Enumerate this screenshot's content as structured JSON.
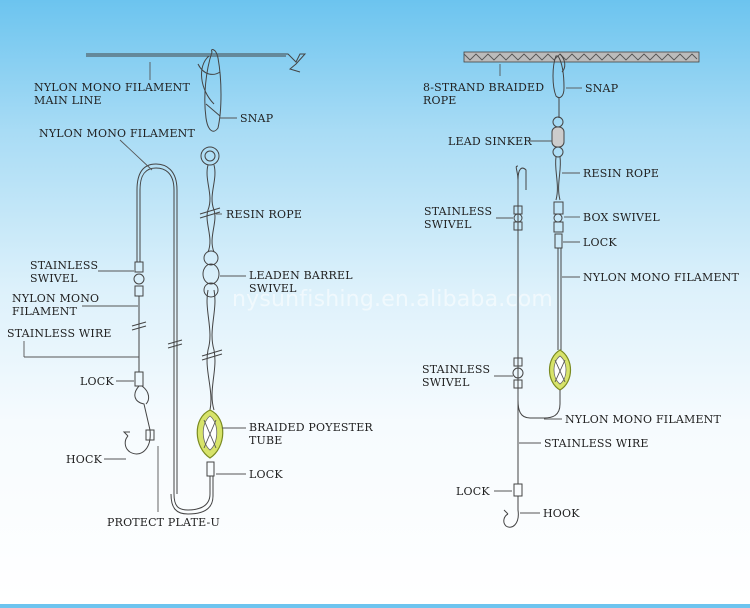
{
  "left_diagram": {
    "labels": {
      "main_line_1": "NYLON MONO FILAMENT",
      "main_line_2": "MAIN LINE",
      "snap": "SNAP",
      "nylon_top": "NYLON MONO FILAMENT",
      "resin_rope": "RESIN ROPE",
      "stainless_swivel_1": "STAINLESS",
      "stainless_swivel_2": "SWIVEL",
      "leaden_barrel_1": "LEADEN BARREL",
      "leaden_barrel_2": "SWIVEL",
      "nylon_mid_1": "NYLON MONO",
      "nylon_mid_2": "FILAMENT",
      "stainless_wire": "STAINLESS WIRE",
      "lock_upper": "LOCK",
      "braided_1": "BRAIDED POYESTER",
      "braided_2": "TUBE",
      "hock": "HOCK",
      "lock_lower": "LOCK",
      "protect_plate": "PROTECT PLATE-U"
    }
  },
  "right_diagram": {
    "labels": {
      "braided_rope_1": "8-STRAND BRAIDED",
      "braided_rope_2": "ROPE",
      "snap": "SNAP",
      "lead_sinker": "LEAD SINKER",
      "resin_rope": "RESIN ROPE",
      "stainless_swivel_top_1": "STAINLESS",
      "stainless_swivel_top_2": "SWIVEL",
      "box_swivel": "BOX SWIVEL",
      "lock_top": "LOCK",
      "nylon_upper": "NYLON MONO FILAMENT",
      "stainless_swivel_bottom_1": "STAINLESS",
      "stainless_swivel_bottom_2": "SWIVEL",
      "nylon_lower": "NYLON MONO FILAMENT",
      "stainless_wire": "STAINLESS WIRE",
      "lock_bottom": "LOCK",
      "hook": "HOOK"
    }
  },
  "watermark": "nysunfishing.en.alibaba.com",
  "colors": {
    "bg_top": "#6cc4ef",
    "bg_bottom": "#ffffff",
    "line": "#444444",
    "tube_fill": "#d7e36a"
  }
}
